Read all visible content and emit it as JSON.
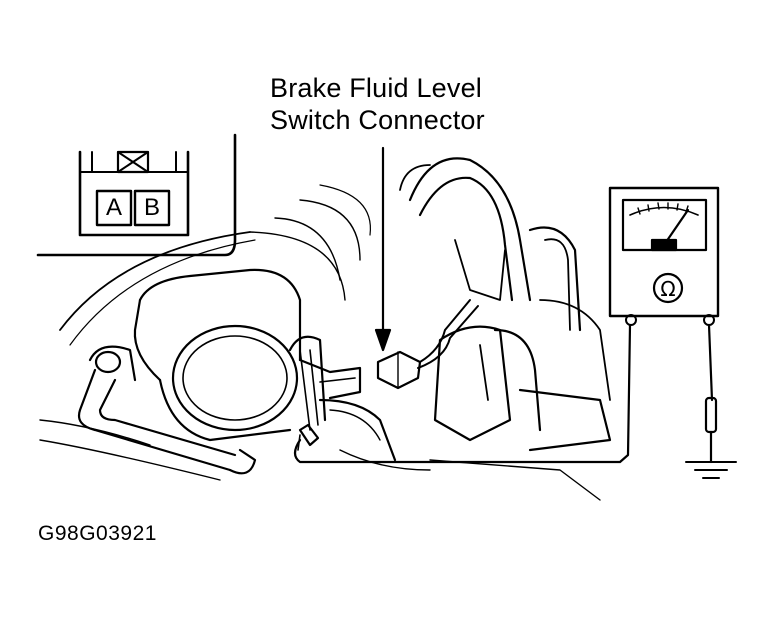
{
  "callout": {
    "line1": "Brake Fluid Level",
    "line2": "Switch Connector"
  },
  "connector_face": {
    "pin_a": "A",
    "pin_b": "B"
  },
  "figure_id": "G98G03921",
  "icons": [
    "ohm-symbol-icon",
    "ground-symbol-icon",
    "ohmmeter-icon",
    "connector-icon"
  ]
}
